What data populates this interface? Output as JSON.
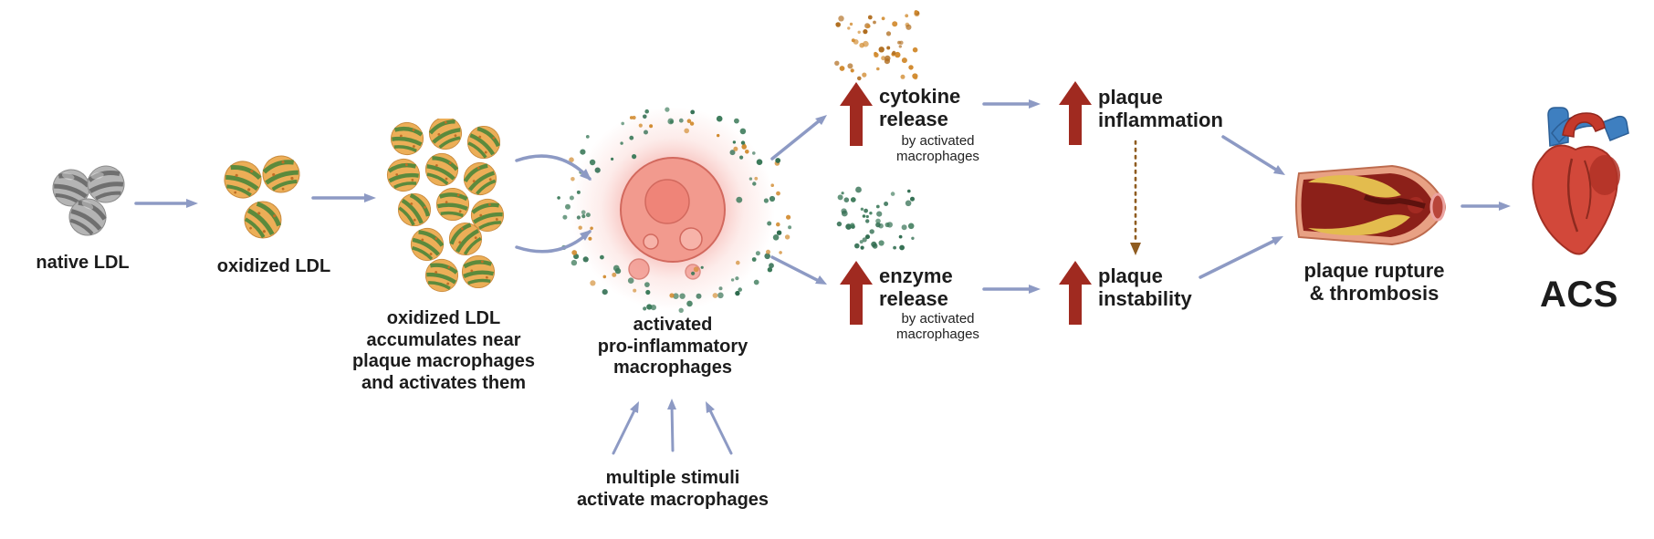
{
  "colors": {
    "arrow": "#8d9ac4",
    "red_arrow": "#a02a20",
    "dashed_arrow": "#8f5c20",
    "text": "#1c1c1c",
    "dot_green": "#3c7a5a",
    "dot_green_dark": "#2e6b4e",
    "dot_orange": "#d18a2e",
    "dot_orange_dark": "#b06d1f"
  },
  "nodes": {
    "native_ldl": {
      "label": "native LDL"
    },
    "oxidized_ldl": {
      "label": "oxidized LDL"
    },
    "ldl_accumulation": {
      "label": "oxidized LDL\naccumulates near\nplaque macrophages\nand activates them"
    },
    "macrophage": {
      "label": "activated\npro-inflammatory\nmacrophages"
    },
    "stimuli": {
      "label": "multiple stimuli\nactivate macrophages"
    },
    "cytokine_release": {
      "title": "cytokine\nrelease",
      "subtitle": "by activated\nmacrophages"
    },
    "enzyme_release": {
      "title": "enzyme\nrelease",
      "subtitle": "by activated\nmacrophages"
    },
    "plaque_inflammation": {
      "title": "plaque\ninflammation"
    },
    "plaque_instability": {
      "title": "plaque\ninstability"
    },
    "plaque_rupture": {
      "label": "plaque rupture\n& thrombosis"
    },
    "acs": {
      "label": "ACS"
    }
  }
}
